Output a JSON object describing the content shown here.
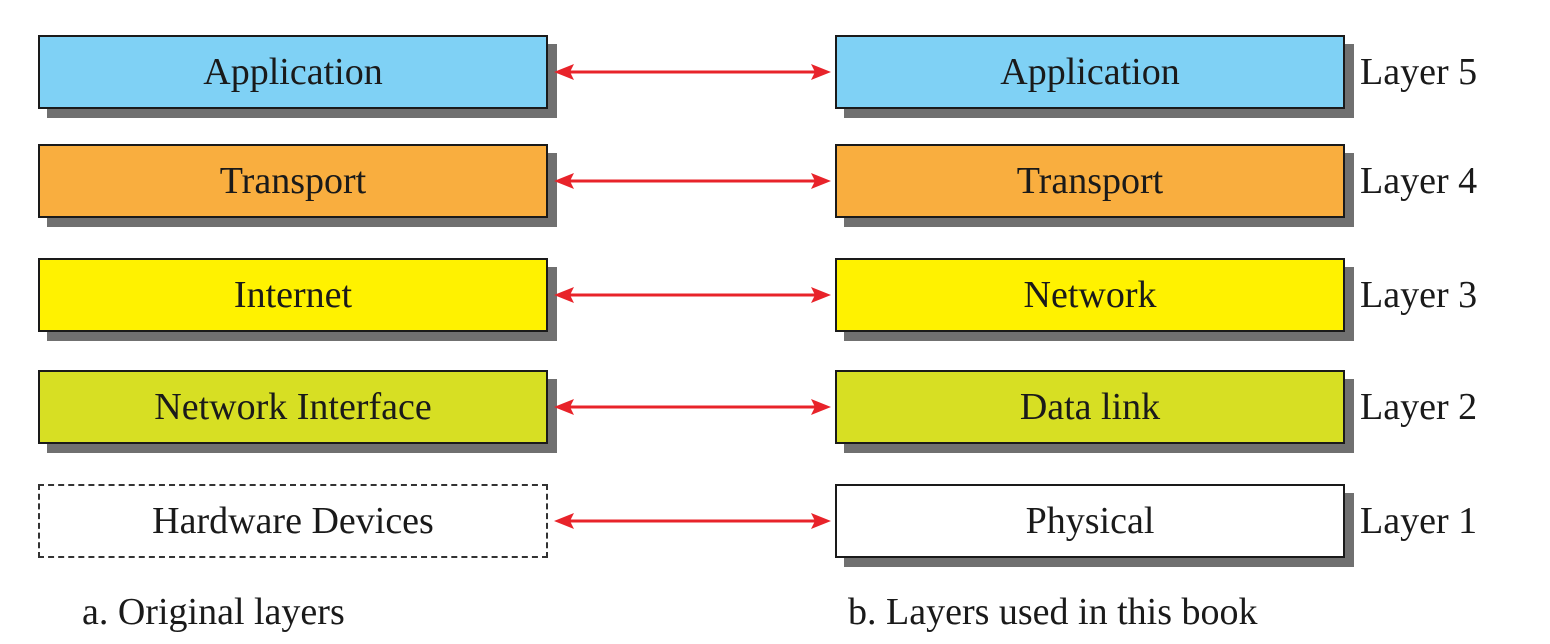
{
  "original_layers": [
    {
      "label": "Application",
      "color": "#7fd1f5"
    },
    {
      "label": "Transport",
      "color": "#f9ae3f"
    },
    {
      "label": "Internet",
      "color": "#fff200"
    },
    {
      "label": "Network Interface",
      "color": "#d7df23"
    },
    {
      "label": "Hardware Devices",
      "color": "#ffffff"
    }
  ],
  "book_layers": [
    {
      "label": "Application",
      "color": "#7fd1f5",
      "layer": "Layer 5"
    },
    {
      "label": "Transport",
      "color": "#f9ae3f",
      "layer": "Layer 4"
    },
    {
      "label": "Network",
      "color": "#fff200",
      "layer": "Layer 3"
    },
    {
      "label": "Data link",
      "color": "#d7df23",
      "layer": "Layer 2"
    },
    {
      "label": "Physical",
      "color": "#ffffff",
      "layer": "Layer 1"
    }
  ],
  "captions": {
    "left": "a. Original layers",
    "right": "b. Layers used in this book"
  },
  "arrow_color": "#e8232a"
}
